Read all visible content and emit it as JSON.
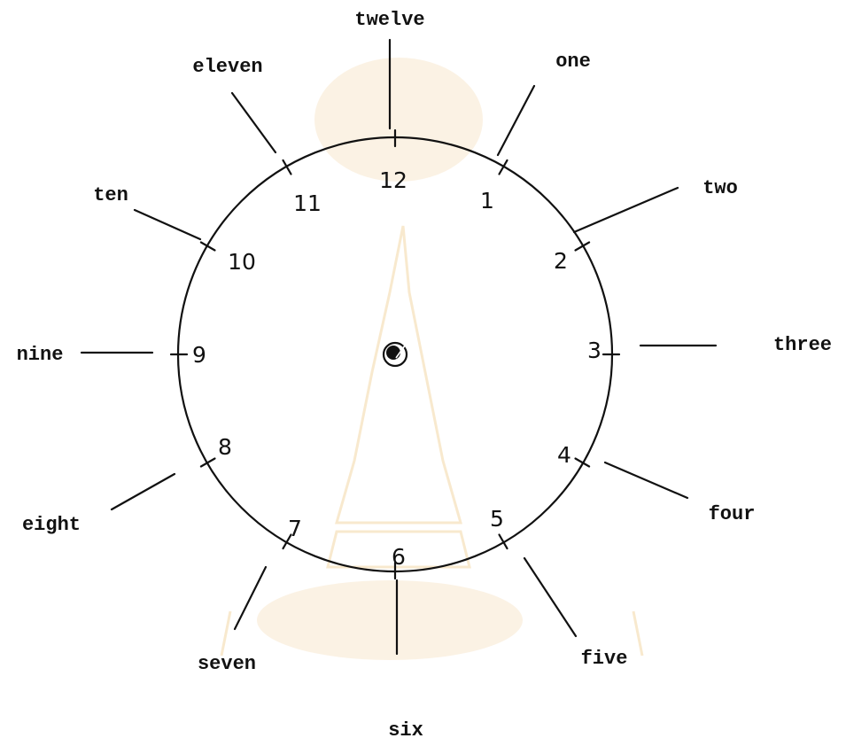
{
  "hours": [
    {
      "numeral": "12",
      "word": "twelve"
    },
    {
      "numeral": "1",
      "word": "one"
    },
    {
      "numeral": "2",
      "word": "two"
    },
    {
      "numeral": "3",
      "word": "three"
    },
    {
      "numeral": "4",
      "word": "four"
    },
    {
      "numeral": "5",
      "word": "five"
    },
    {
      "numeral": "6",
      "word": "six"
    },
    {
      "numeral": "7",
      "word": "seven"
    },
    {
      "numeral": "8",
      "word": "eight"
    },
    {
      "numeral": "9",
      "word": "nine"
    },
    {
      "numeral": "10",
      "word": "ten"
    },
    {
      "numeral": "11",
      "word": "eleven"
    }
  ],
  "colors": {
    "ink": "#111111",
    "watermark": "#f3d7a6"
  }
}
